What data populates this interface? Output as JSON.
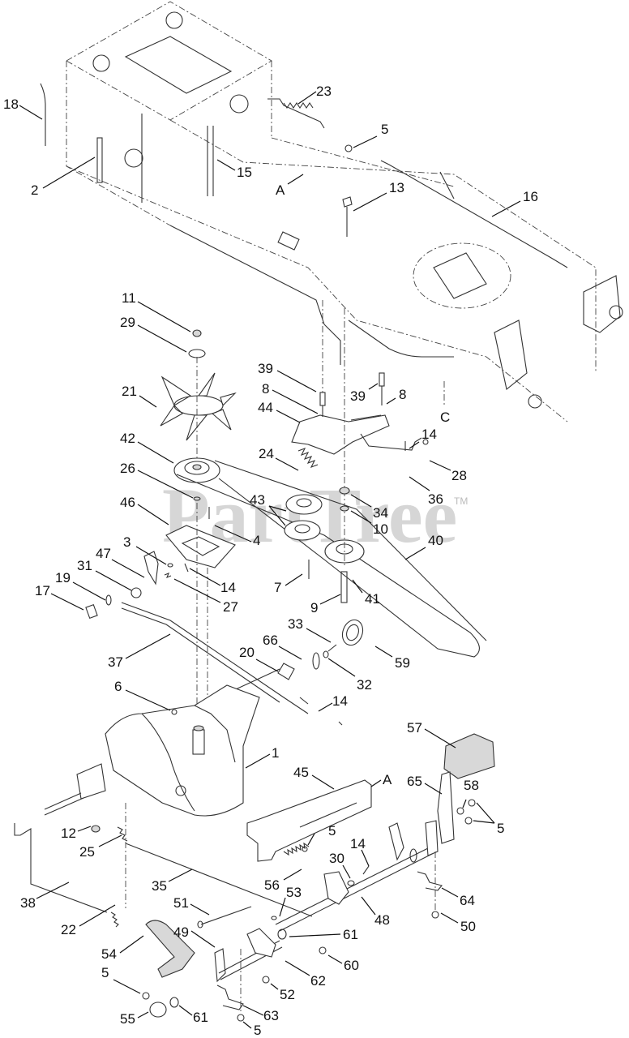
{
  "diagram": {
    "type": "exploded-parts-diagram",
    "subject": "Riding mower frame, transmission, drive belt and pedal linkage",
    "watermark": "PartTree",
    "watermark_tm": "TM",
    "reference_labels": [
      "A",
      "A",
      "C"
    ],
    "callouts": [
      {
        "id": "c18",
        "label": "18"
      },
      {
        "id": "c2",
        "label": "2"
      },
      {
        "id": "c15",
        "label": "15"
      },
      {
        "id": "c23",
        "label": "23"
      },
      {
        "id": "c5a",
        "label": "5"
      },
      {
        "id": "refA1",
        "label": "A"
      },
      {
        "id": "c13",
        "label": "13"
      },
      {
        "id": "c16",
        "label": "16"
      },
      {
        "id": "c11",
        "label": "11"
      },
      {
        "id": "c29",
        "label": "29"
      },
      {
        "id": "c39a",
        "label": "39"
      },
      {
        "id": "c8a",
        "label": "8"
      },
      {
        "id": "c39b",
        "label": "39"
      },
      {
        "id": "c8b",
        "label": "8"
      },
      {
        "id": "refC",
        "label": "C"
      },
      {
        "id": "c21",
        "label": "21"
      },
      {
        "id": "c44",
        "label": "44"
      },
      {
        "id": "c14a",
        "label": "14"
      },
      {
        "id": "c28",
        "label": "28"
      },
      {
        "id": "c42",
        "label": "42"
      },
      {
        "id": "c24",
        "label": "24"
      },
      {
        "id": "c36",
        "label": "36"
      },
      {
        "id": "c26",
        "label": "26"
      },
      {
        "id": "c43",
        "label": "43"
      },
      {
        "id": "c34",
        "label": "34"
      },
      {
        "id": "c10",
        "label": "10"
      },
      {
        "id": "c46",
        "label": "46"
      },
      {
        "id": "c4",
        "label": "4"
      },
      {
        "id": "c40",
        "label": "40"
      },
      {
        "id": "c3",
        "label": "3"
      },
      {
        "id": "c47",
        "label": "47"
      },
      {
        "id": "c14b",
        "label": "14"
      },
      {
        "id": "c31",
        "label": "31"
      },
      {
        "id": "c27",
        "label": "27"
      },
      {
        "id": "c19",
        "label": "19"
      },
      {
        "id": "c17",
        "label": "17"
      },
      {
        "id": "c7",
        "label": "7"
      },
      {
        "id": "c9",
        "label": "9"
      },
      {
        "id": "c41",
        "label": "41"
      },
      {
        "id": "c33",
        "label": "33"
      },
      {
        "id": "c37",
        "label": "37"
      },
      {
        "id": "c66",
        "label": "66"
      },
      {
        "id": "c59",
        "label": "59"
      },
      {
        "id": "c20",
        "label": "20"
      },
      {
        "id": "c32",
        "label": "32"
      },
      {
        "id": "c6",
        "label": "6"
      },
      {
        "id": "c14c",
        "label": "14"
      },
      {
        "id": "c57",
        "label": "57"
      },
      {
        "id": "c1",
        "label": "1"
      },
      {
        "id": "c45",
        "label": "45"
      },
      {
        "id": "refA2",
        "label": "A"
      },
      {
        "id": "c65",
        "label": "65"
      },
      {
        "id": "c58",
        "label": "58"
      },
      {
        "id": "c5b",
        "label": "5"
      },
      {
        "id": "c12",
        "label": "12"
      },
      {
        "id": "c5c",
        "label": "5"
      },
      {
        "id": "c25",
        "label": "25"
      },
      {
        "id": "c14d",
        "label": "14"
      },
      {
        "id": "c30",
        "label": "30"
      },
      {
        "id": "c56",
        "label": "56"
      },
      {
        "id": "c35",
        "label": "35"
      },
      {
        "id": "c64",
        "label": "64"
      },
      {
        "id": "c38",
        "label": "38"
      },
      {
        "id": "c53",
        "label": "53"
      },
      {
        "id": "c48",
        "label": "48"
      },
      {
        "id": "c50",
        "label": "50"
      },
      {
        "id": "c51",
        "label": "51"
      },
      {
        "id": "c22",
        "label": "22"
      },
      {
        "id": "c61a",
        "label": "61"
      },
      {
        "id": "c49",
        "label": "49"
      },
      {
        "id": "c54",
        "label": "54"
      },
      {
        "id": "c60",
        "label": "60"
      },
      {
        "id": "c62",
        "label": "62"
      },
      {
        "id": "c5d",
        "label": "5"
      },
      {
        "id": "c52",
        "label": "52"
      },
      {
        "id": "c55",
        "label": "55"
      },
      {
        "id": "c61b",
        "label": "61"
      },
      {
        "id": "c63",
        "label": "63"
      },
      {
        "id": "c5e",
        "label": "5"
      }
    ]
  }
}
